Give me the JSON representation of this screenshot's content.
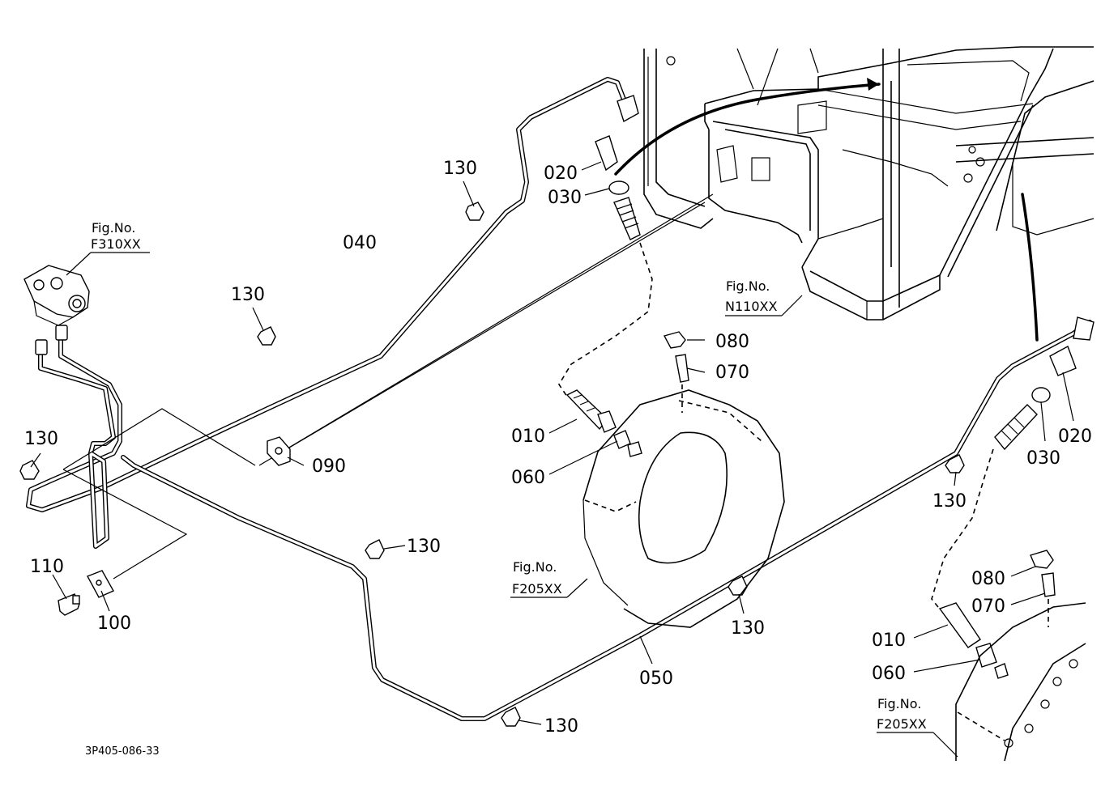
{
  "diagram_code": "3P405-086-33",
  "callouts": {
    "c020_top": "020",
    "c030_top": "030",
    "c130_a": "130",
    "c040": "040",
    "c130_b": "130",
    "c130_c": "130",
    "c090": "090",
    "c010_mid": "010",
    "c060_mid": "060",
    "c080_mid": "080",
    "c070_mid": "070",
    "c110": "110",
    "c100": "100",
    "c130_d": "130",
    "c130_e": "130",
    "c130_f": "130",
    "c050": "050",
    "c130_g": "130",
    "c020_right": "020",
    "c030_right": "030",
    "c080_right": "080",
    "c070_right": "070",
    "c010_right": "010",
    "c060_right": "060"
  },
  "figure_refs": {
    "f310": {
      "label": "Fig.No.",
      "code": "F310XX"
    },
    "n110": {
      "label": "Fig.No.",
      "code": "N110XX"
    },
    "f205_mid": {
      "label": "Fig.No.",
      "code": "F205XX"
    },
    "f205_right": {
      "label": "Fig.No.",
      "code": "F205XX"
    }
  }
}
